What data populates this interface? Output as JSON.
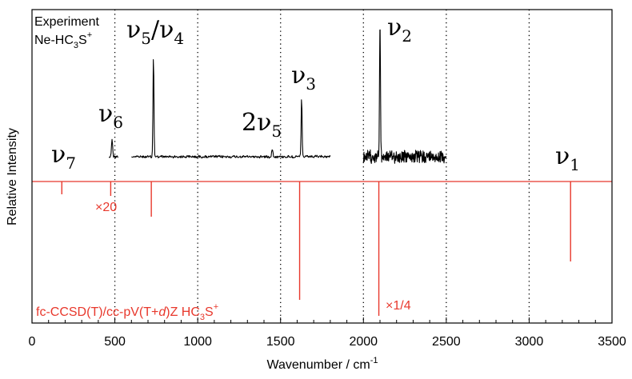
{
  "chart_data": {
    "type": "line",
    "xlabel": "Wavenumber / cm",
    "xlabel_superscript": "-1",
    "ylabel": "Relative Intensity",
    "xlim": [
      0,
      3500
    ],
    "xticks": [
      0,
      500,
      1000,
      1500,
      2000,
      2500,
      3000,
      3500
    ],
    "grid": "vertical dotted lines at 500, 1000, 1500, 2000, 2500, 3000",
    "colors": {
      "experiment": "#000000",
      "theory": "#e8382c"
    },
    "experiment_label": {
      "line1": "Experiment",
      "line2_prefix": "Ne-HC",
      "line2_sub": "3",
      "line2_mid": "S",
      "line2_sup": "+"
    },
    "theory_label": {
      "prefix": "fc-CCSD(T)/cc-pV(T+",
      "italic": "d",
      "mid": ")Z HC",
      "sub": "3",
      "mid2": "S",
      "sup": "+"
    },
    "experiment_series": {
      "name": "Experiment Ne-HC3S+",
      "segments": [
        {
          "x_range": [
            465,
            520
          ],
          "peaks": [
            {
              "x": 483,
              "height": 0.17
            }
          ]
        },
        {
          "x_range": [
            600,
            1800
          ],
          "peaks": [
            {
              "x": 733,
              "height": 1.0
            },
            {
              "x": 1450,
              "height": 0.08
            },
            {
              "x": 1627,
              "height": 0.58
            }
          ]
        },
        {
          "x_range": [
            2000,
            2500
          ],
          "peaks": [
            {
              "x": 2100,
              "height": 1.28
            }
          ]
        }
      ]
    },
    "theory_series": {
      "name": "fc-CCSD(T)/cc-pV(T+d)Z HC3S+",
      "sticks": [
        {
          "x": 180,
          "intensity": 0.08
        },
        {
          "x": 475,
          "intensity": 0.09
        },
        {
          "x": 720,
          "intensity": 0.22
        },
        {
          "x": 1615,
          "intensity": 0.74
        },
        {
          "x": 2093,
          "intensity": 0.84
        },
        {
          "x": 3250,
          "intensity": 0.5
        }
      ]
    },
    "annotations": {
      "nu7": {
        "base": "ν",
        "sub": "7"
      },
      "nu6": {
        "base": "ν",
        "sub": "6"
      },
      "nu5nu4": {
        "base1": "ν",
        "sub1": "5",
        "slash": "/",
        "base2": "ν",
        "sub2": "4"
      },
      "two_nu5": {
        "prefix": "2",
        "base": "ν",
        "sub": "5"
      },
      "nu3": {
        "base": "ν",
        "sub": "3"
      },
      "nu2": {
        "base": "ν",
        "sub": "2"
      },
      "nu1": {
        "base": "ν",
        "sub": "1"
      },
      "scale_20": "×20",
      "scale_quarter": "×1/4"
    }
  }
}
